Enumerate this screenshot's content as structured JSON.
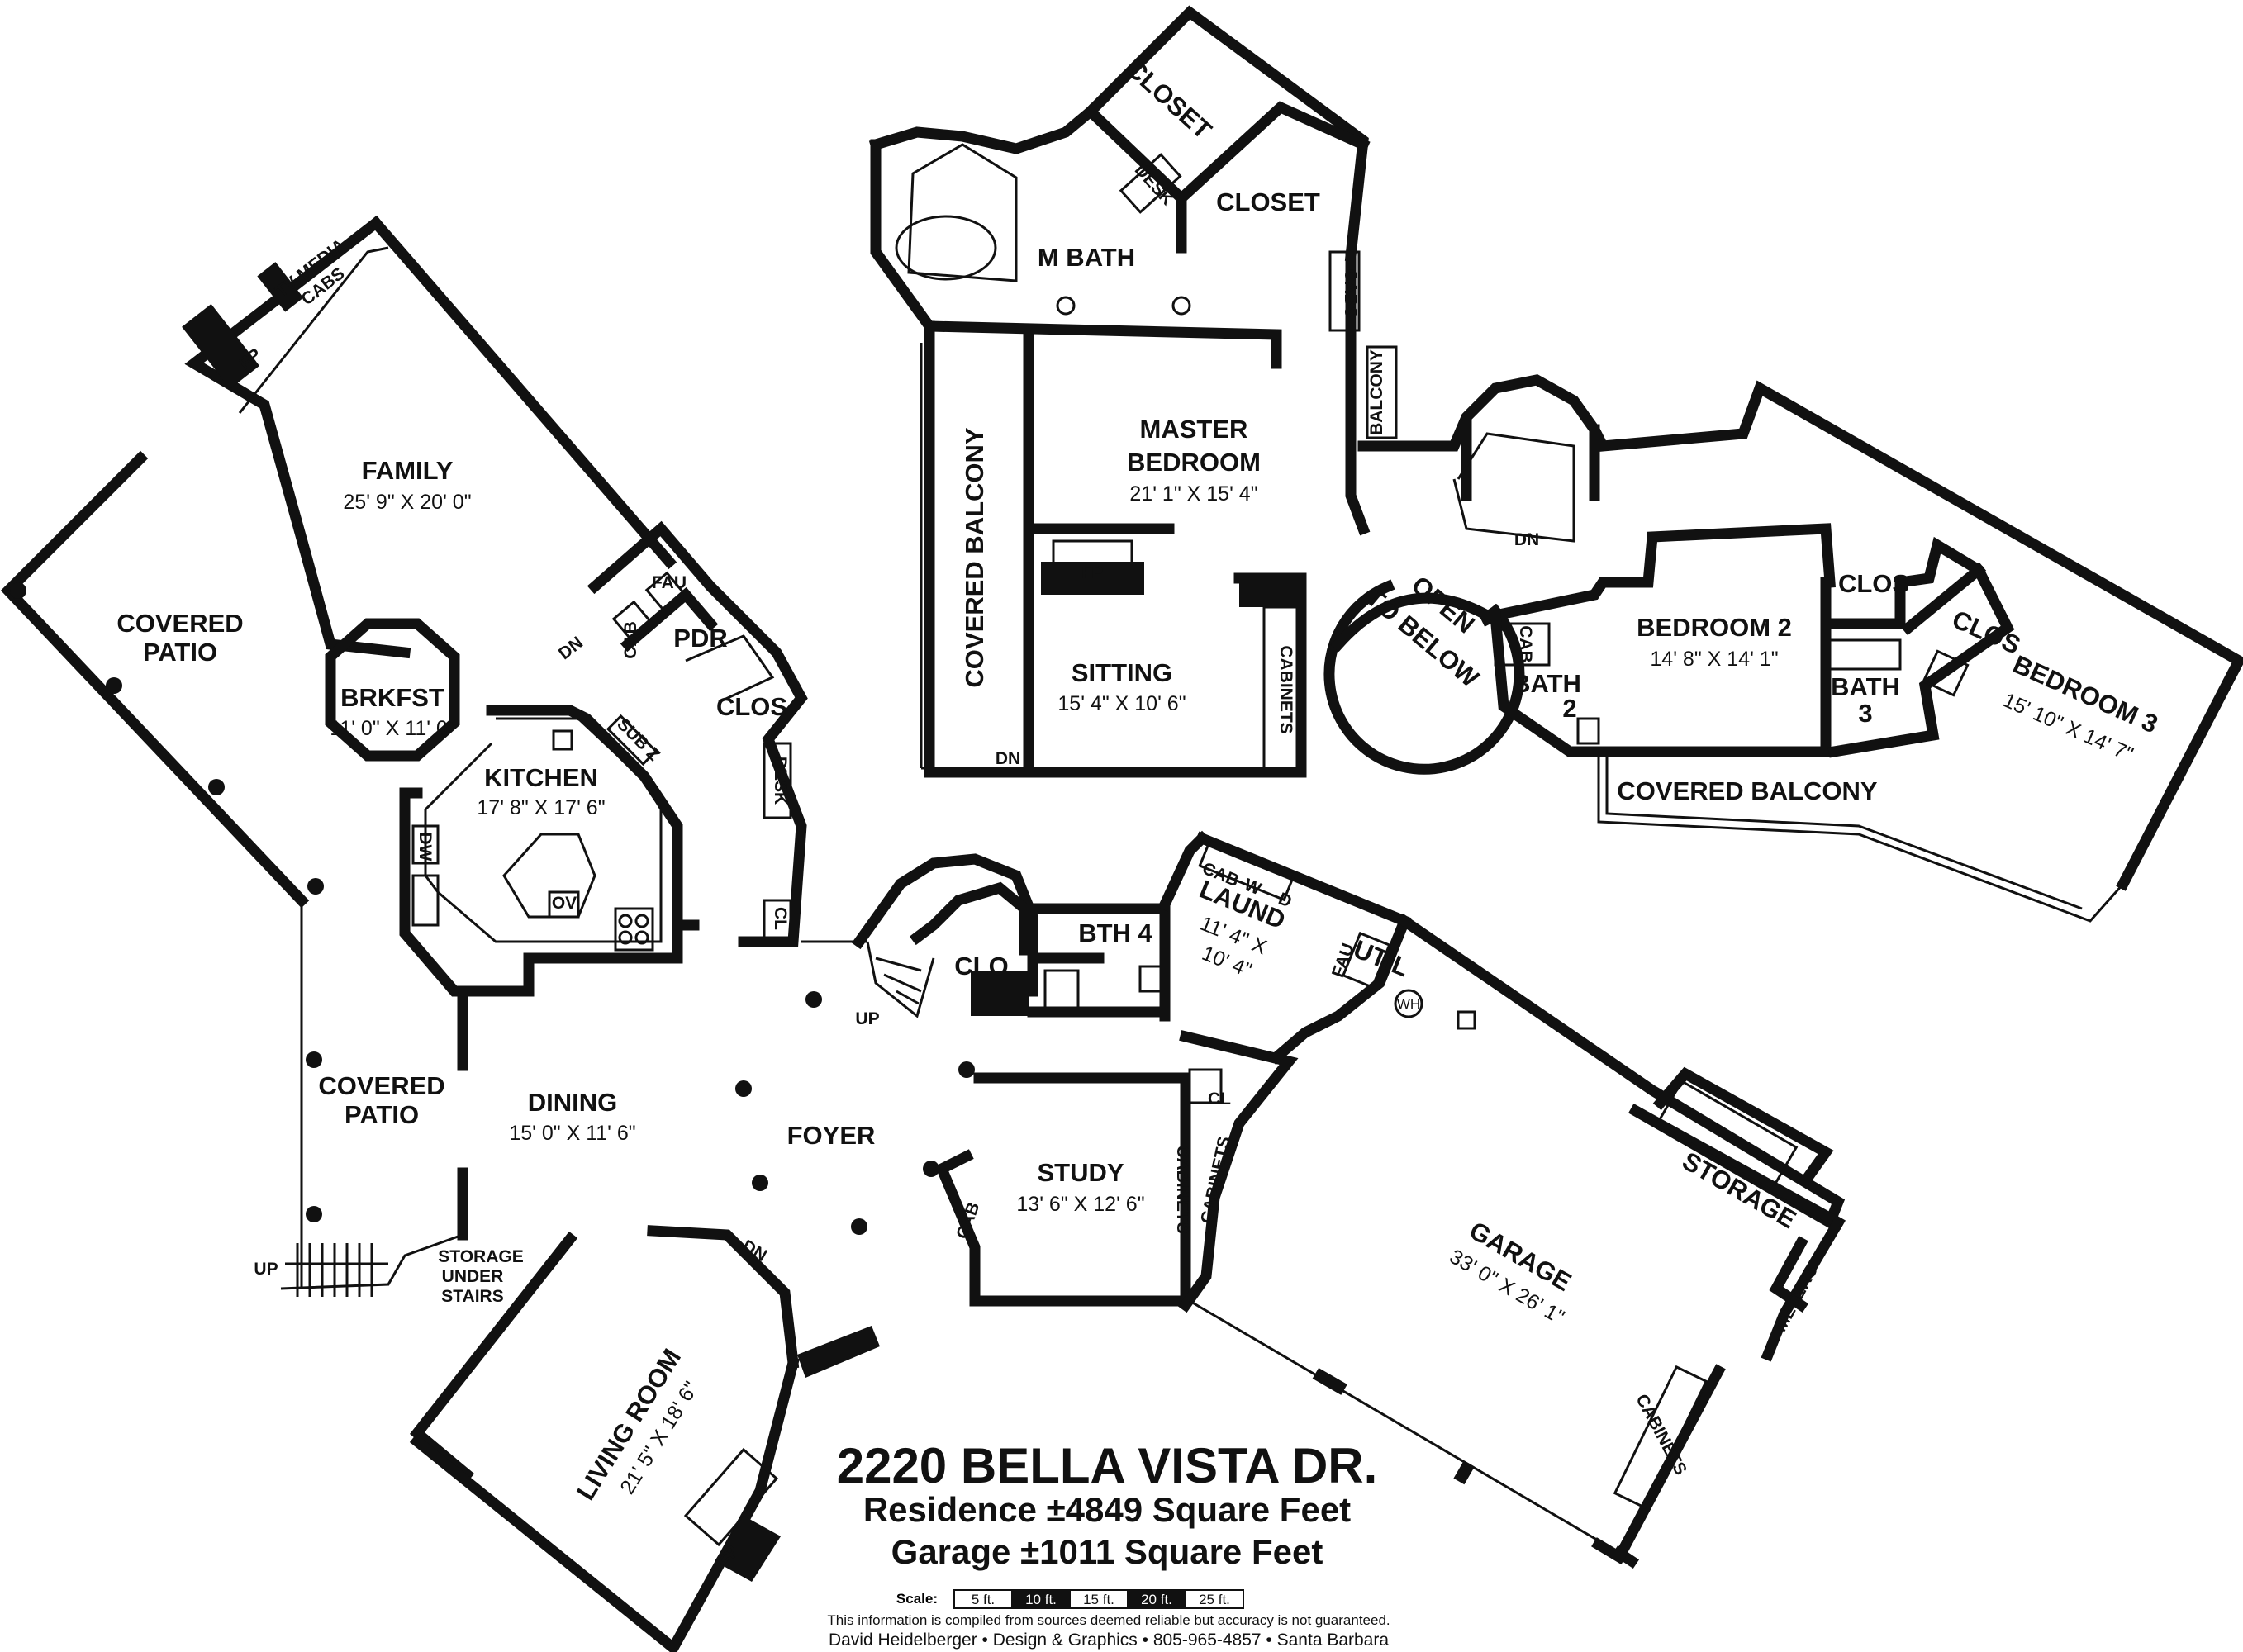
{
  "rooms": {
    "family": {
      "name": "FAMILY",
      "dim": "25' 9\" X 20' 0\""
    },
    "covered_patio_1": {
      "line1": "COVERED",
      "line2": "PATIO"
    },
    "covered_patio_2": {
      "line1": "COVERED",
      "line2": "PATIO"
    },
    "brkfst": {
      "name": "BRKFST",
      "dim": "11' 0\" X 11' 0\""
    },
    "kitchen": {
      "name": "KITCHEN",
      "dim": "17' 8\" X 17' 6\""
    },
    "dining": {
      "name": "DINING",
      "dim": "15' 0\" X 11' 6\""
    },
    "foyer": {
      "name": "FOYER"
    },
    "living": {
      "name": "LIVING ROOM",
      "dim": "21' 5\" X 18' 6\""
    },
    "study": {
      "name": "STUDY",
      "dim": "13' 6\" X 12' 6\""
    },
    "garage": {
      "name": "GARAGE",
      "dim": "33' 0\" X 26' 1\""
    },
    "laund": {
      "name": "LAUND",
      "dim1": "11' 4\" X",
      "dim2": "10' 4\""
    },
    "util": {
      "name": "UTIL"
    },
    "bth4": {
      "name": "BTH 4"
    },
    "clo": {
      "name": "CLO"
    },
    "master": {
      "line1": "MASTER",
      "line2": "BEDROOM",
      "dim": "21' 1\" X 15' 4\""
    },
    "sitting": {
      "name": "SITTING",
      "dim": "15' 4\" X 10' 6\""
    },
    "m_bath": {
      "name": "M BATH"
    },
    "closet_1": {
      "name": "CLOSET"
    },
    "closet_2": {
      "name": "CLOSET"
    },
    "covered_balcony_1": {
      "name": "COVERED BALCONY"
    },
    "covered_balcony_2": {
      "name": "COVERED BALCONY"
    },
    "open_below": {
      "line1": "OPEN",
      "line2": "TO BELOW"
    },
    "bedroom2": {
      "name": "BEDROOM 2",
      "dim": "14' 8\" X 14' 1\""
    },
    "bedroom3": {
      "name": "BEDROOM 3",
      "dim": "15' 10\" X 14' 7\""
    },
    "bath2": {
      "line1": "BATH",
      "line2": "2"
    },
    "bath3": {
      "line1": "BATH",
      "line2": "3"
    },
    "clos_1": {
      "name": "CLOS"
    },
    "clos_2": {
      "name": "CLOS"
    },
    "clos_3": {
      "name": "CLOS"
    },
    "pdr": {
      "name": "PDR"
    },
    "storage": {
      "name": "STORAGE"
    },
    "storage_under": {
      "line1": "STORAGE",
      "line2": "UNDER",
      "line3": "STAIRS"
    }
  },
  "fixtures": {
    "fp": "FP",
    "cab": "CAB",
    "fau": "FAU",
    "cl": "CL",
    "desk": "DESK",
    "dw": "DW",
    "sub_z": "SUB Z",
    "ov": "OV",
    "w": "W",
    "d": "D",
    "wh": "WH",
    "cabinets": "CABINETS",
    "cabs": "CABS",
    "balcony": "BALCONY",
    "meters": "METERS",
    "tv_media_1": "TV-MEDIA",
    "tv_media_2": "CABS",
    "dn": "DN",
    "up": "UP"
  },
  "title": {
    "address": "2220 BELLA VISTA DR.",
    "residence": "Residence ±4849 Square Feet",
    "garage": "Garage ±1011 Square Feet"
  },
  "scale": {
    "label": "Scale:",
    "ticks": [
      "5 ft.",
      "10 ft.",
      "15 ft.",
      "20 ft.",
      "25 ft."
    ]
  },
  "disclaimer": "This information is compiled from sources deemed reliable but accuracy is not guaranteed.",
  "credit": "David Heidelberger • Design & Graphics • 805-965-4857 • Santa Barbara"
}
